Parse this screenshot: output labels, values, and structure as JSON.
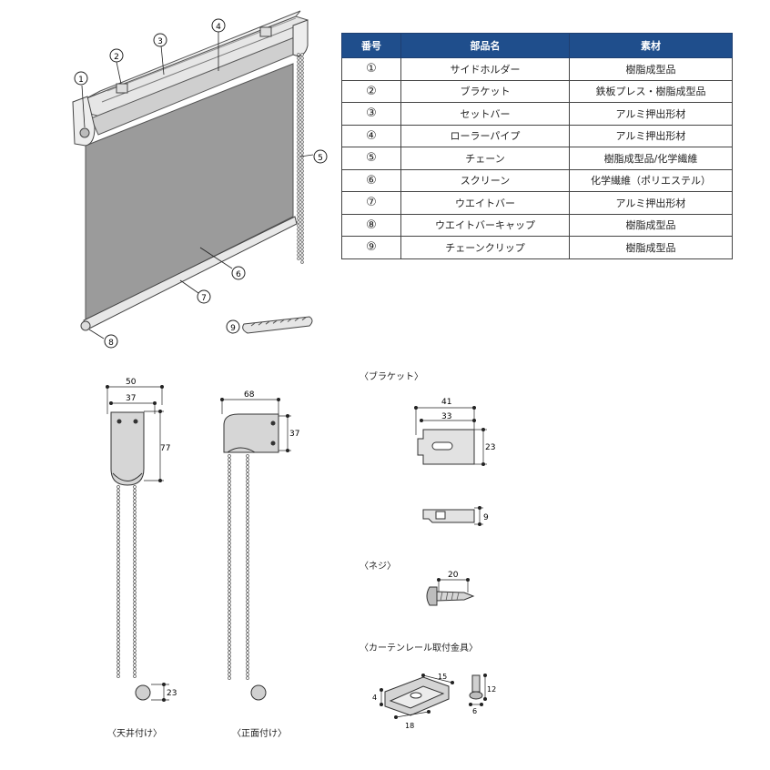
{
  "table": {
    "headers": [
      "番号",
      "部品名",
      "素材"
    ],
    "rows": [
      {
        "num": "①",
        "name": "サイドホルダー",
        "material": "樹脂成型品"
      },
      {
        "num": "②",
        "name": "ブラケット",
        "material": "鉄板プレス・樹脂成型品"
      },
      {
        "num": "③",
        "name": "セットバー",
        "material": "アルミ押出形材"
      },
      {
        "num": "④",
        "name": "ローラーパイプ",
        "material": "アルミ押出形材"
      },
      {
        "num": "⑤",
        "name": "チェーン",
        "material": "樹脂成型品/化学繊維"
      },
      {
        "num": "⑥",
        "name": "スクリーン",
        "material": "化学繊維（ポリエステル）"
      },
      {
        "num": "⑦",
        "name": "ウエイトバー",
        "material": "アルミ押出形材"
      },
      {
        "num": "⑧",
        "name": "ウエイトバーキャップ",
        "material": "樹脂成型品"
      },
      {
        "num": "⑨",
        "name": "チェーンクリップ",
        "material": "樹脂成型品"
      }
    ]
  },
  "callouts": [
    "1",
    "2",
    "3",
    "4",
    "5",
    "6",
    "7",
    "8",
    "9"
  ],
  "captions": {
    "ceiling": "〈天井付け〉",
    "front": "〈正面付け〉",
    "bracket": "〈ブラケット〉",
    "screw": "〈ネジ〉",
    "curtain": "〈カーテンレール取付金具〉"
  },
  "dims": {
    "ceiling_w50": "50",
    "ceiling_w37": "37",
    "ceiling_h77": "77",
    "ceiling_h23": "23",
    "front_w68": "68",
    "front_h37": "37",
    "bracket_w41": "41",
    "bracket_w33": "33",
    "bracket_h23": "23",
    "bracket_h9": "9",
    "screw_w20": "20",
    "fitting_w15": "15",
    "fitting_h4": "4",
    "fitting_w18": "18",
    "bolt_h12": "12",
    "bolt_w6": "6"
  },
  "colors": {
    "header_bg": "#1f4e8c",
    "screen": "#9b9b9b",
    "part": "#d9d9d9",
    "dim_dot": "#222222"
  }
}
